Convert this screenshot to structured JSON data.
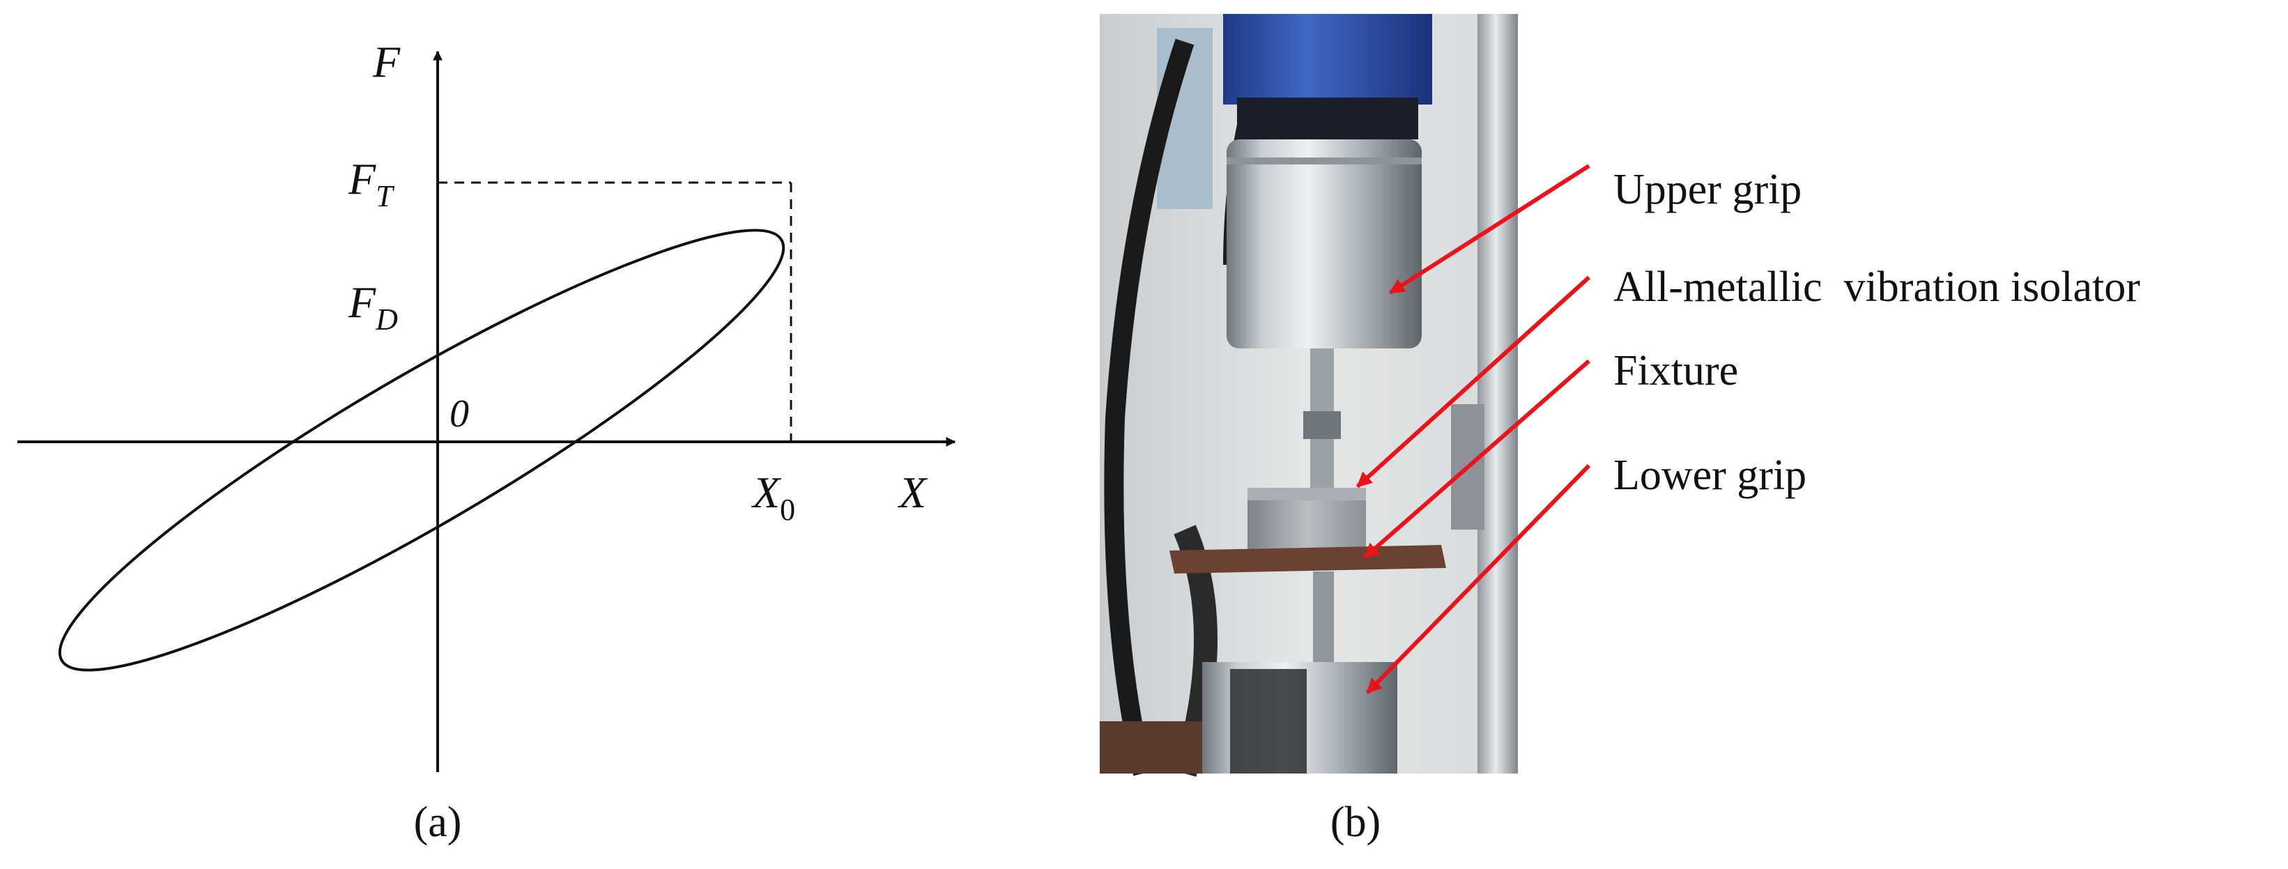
{
  "panel_a": {
    "caption": "(a)",
    "axis_labels": {
      "x": "X",
      "y": "F"
    },
    "ticks": {
      "ft": {
        "main": "F",
        "sub": "T"
      },
      "fd": {
        "main": "F",
        "sub": "D"
      },
      "x0": {
        "main": "X",
        "sub": "0"
      },
      "origin": "0"
    }
  },
  "panel_b": {
    "caption": "(b)",
    "labels": {
      "upper_grip": "Upper grip",
      "isolator": "All-metallic  vibration isolator",
      "fixture": "Fixture",
      "lower_grip": "Lower grip"
    }
  },
  "colors": {
    "annotation_arrow": "#e8141c",
    "curve": "#111111",
    "cylinder": "#b8bfc6",
    "crosshead": "#2a4fa8",
    "fixture_plate": "#6b4132"
  }
}
